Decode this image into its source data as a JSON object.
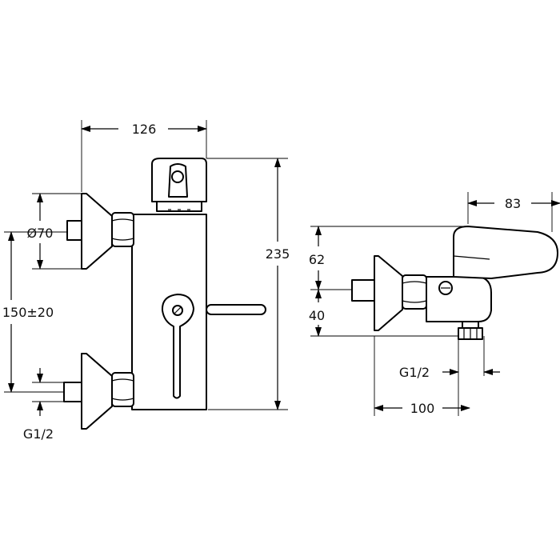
{
  "drawing": {
    "front_view": {
      "width": "126",
      "height": "235",
      "flange_diameter": "Ø70",
      "inlet_spacing": "150±20",
      "inlet_thread": "G1/2"
    },
    "side_view": {
      "handle_projection": "83",
      "top_to_inlet": "62",
      "inlet_to_outlet": "40",
      "outlet_thread": "G1/2",
      "depth": "100"
    }
  }
}
